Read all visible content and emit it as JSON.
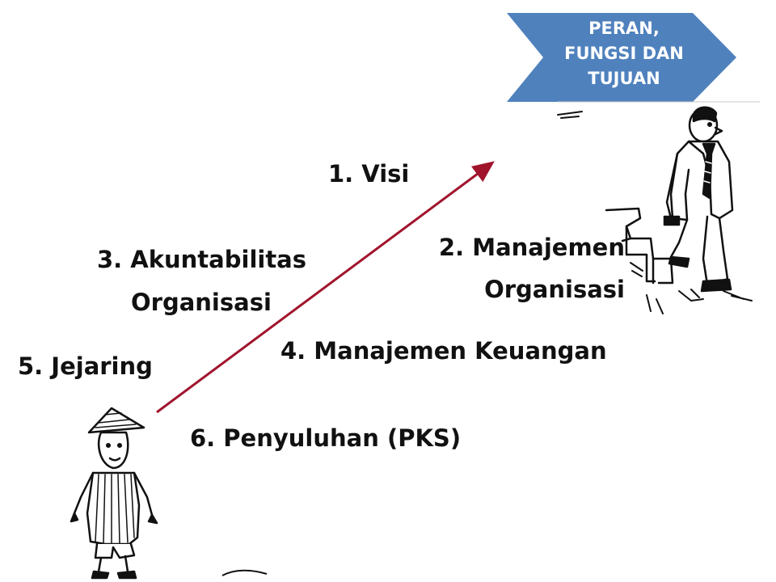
{
  "banner": {
    "lines": [
      "PERAN,",
      "FUNGSI DAN",
      "TUJUAN"
    ],
    "color": "#4f81bd"
  },
  "arrow_color": "#a0142c",
  "items": [
    {
      "id": "visi",
      "text": "1. Visi"
    },
    {
      "id": "manajemen-organisasi",
      "line1": "2. Manajemen",
      "line2": "Organisasi"
    },
    {
      "id": "akuntabilitas-organisasi",
      "line1": "3. Akuntabilitas",
      "line2": "Organisasi"
    },
    {
      "id": "manajemen-keuangan",
      "text": "4. Manajemen Keuangan"
    },
    {
      "id": "jejaring",
      "text": "5. Jejaring"
    },
    {
      "id": "penyuluhan",
      "text": "6. Penyuluhan (PKS)"
    }
  ],
  "icons": {
    "poor_farmer": "poor-farmer-icon",
    "businessman": "businessman-climbing-icon"
  }
}
